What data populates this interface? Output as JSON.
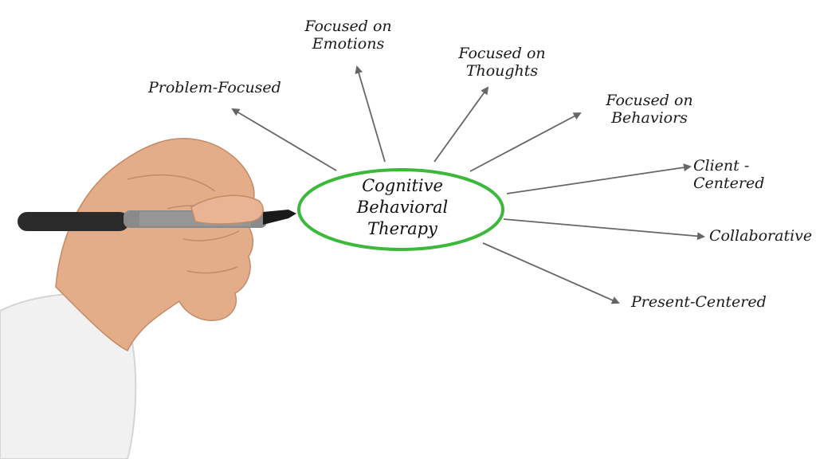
{
  "diagram": {
    "center": {
      "text": "Cognitive\nBehavioral\nTherapy"
    },
    "branches": [
      {
        "text": "Problem-Focused"
      },
      {
        "text": "Focused on\nEmotions"
      },
      {
        "text": "Focused on\nThoughts"
      },
      {
        "text": "Focused on\nBehaviors"
      },
      {
        "text": "Client -Centered"
      },
      {
        "text": "Collaborative"
      },
      {
        "text": "Present-Centered"
      }
    ]
  },
  "colors": {
    "ellipse": "#3cb83a",
    "arrow": "#666666",
    "text": "#1a1a1a",
    "skin": "#e4ad8a",
    "sleeve": "#f1f1f1",
    "pen_body": "#2a2a2a",
    "pen_grip": "#8a8a8a"
  }
}
